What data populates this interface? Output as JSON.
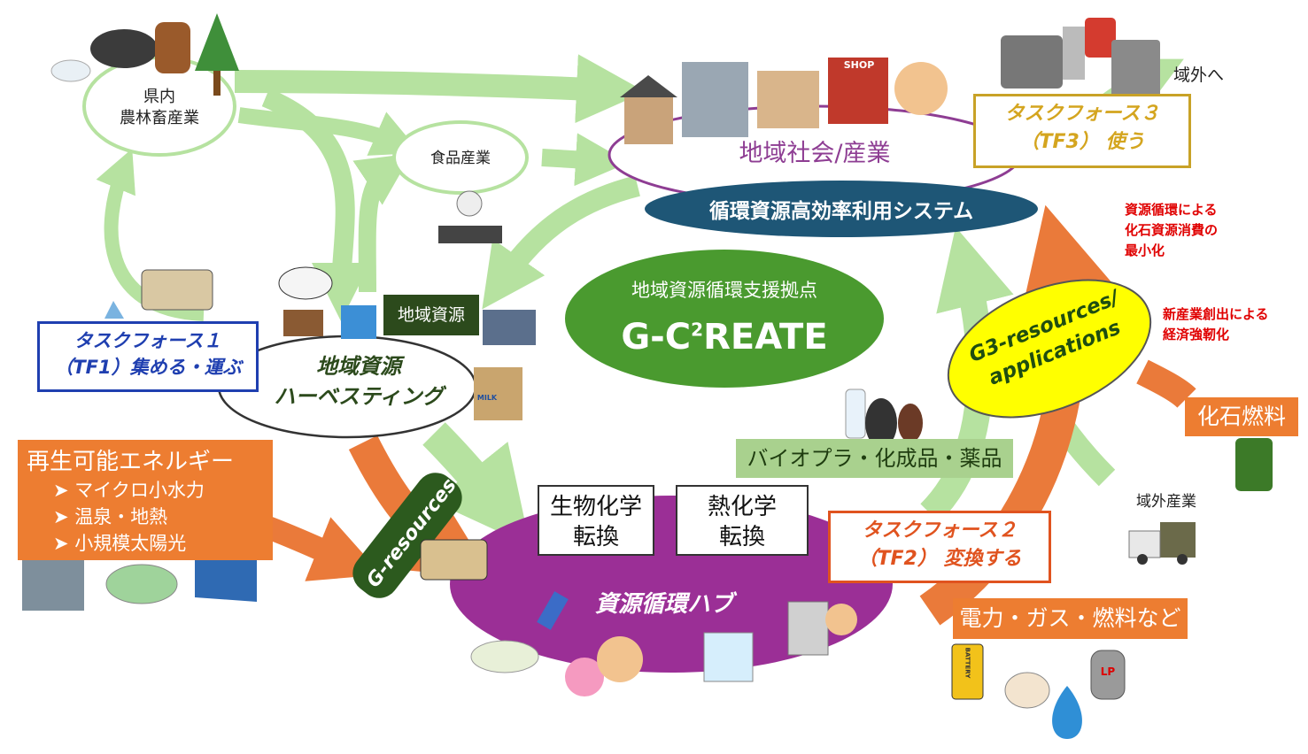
{
  "nodes": {
    "prefecture": {
      "line1": "県内",
      "line2": "農林畜産業"
    },
    "food": "食品産業",
    "society": "地域社会/産業",
    "system": "循環資源高効率利用システム",
    "center": {
      "line1": "地域資源循環支援拠点",
      "logo_main": "G-C",
      "logo_sup": "2",
      "logo_tail": "REATE"
    },
    "harvest": {
      "tag": "地域資源",
      "line1": "地域資源",
      "line2": "ハーベスティング"
    },
    "hub": {
      "title": "資源循環ハブ",
      "bio": {
        "line1": "生物化学",
        "line2": "転換"
      },
      "thermo": {
        "line1": "熱化学",
        "line2": "転換"
      }
    },
    "g3": {
      "line1": "G3-resources/",
      "line2": "applications"
    },
    "gres": "G-resources"
  },
  "task_forces": {
    "tf1": {
      "line1": "タスクフォース１",
      "line2": "（TF1）集める・運ぶ",
      "color": "#1f3fb0"
    },
    "tf2": {
      "line1": "タスクフォース２",
      "line2": "（TF2） 変換する",
      "color": "#e0531f"
    },
    "tf3": {
      "line1": "タスクフォース３",
      "line2": "（TF3） 使う",
      "color": "#c8a227"
    }
  },
  "renewable": {
    "title": "再生可能エネルギー",
    "items": [
      "マイクロ小水力",
      "温泉・地熱",
      "小規模太陽光"
    ]
  },
  "products": "バイオプラ・化成品・薬品",
  "energy": "電力・ガス・燃料など",
  "fossil": "化石燃料",
  "outside": "域外へ",
  "outside_industry": "域外産業",
  "notes": {
    "n1": {
      "line1": "資源循環による",
      "line2": "化石資源消費の",
      "line3": "最小化"
    },
    "n2": {
      "line1": "新産業創出による",
      "line2": "経済強靭化"
    }
  },
  "icons": {
    "battery_label": "BATTERY",
    "lp_label": "LP",
    "shop_label": "SHOP",
    "milk_label": "MILK"
  },
  "colors": {
    "green_arrow": "#b6e2a0",
    "orange_arrow": "#ea7a3a",
    "purple": "#9b2f96",
    "navy": "#1e5676",
    "center_green": "#4a9a2f",
    "yellow": "#ffff00"
  }
}
